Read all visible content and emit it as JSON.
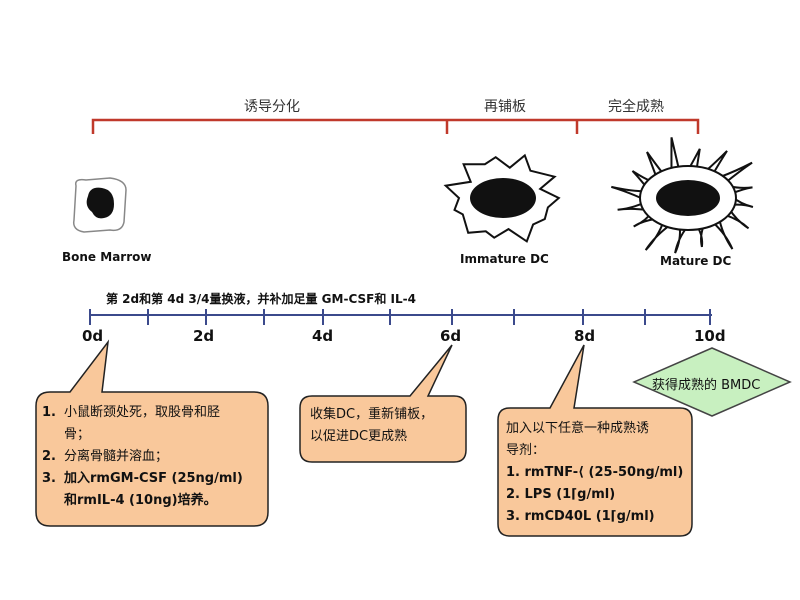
{
  "phases": [
    {
      "label": "诱导分化"
    },
    {
      "label": "再铺板"
    },
    {
      "label": "完全成熟"
    }
  ],
  "cells": [
    {
      "label": "Bone Marrow"
    },
    {
      "label": "Immature DC"
    },
    {
      "label": "Mature DC"
    }
  ],
  "timeline_note": "第 2d和第 4d 3/4量换液，并补加足量 GM-CSF和 IL-4",
  "ticks": [
    "0d",
    "2d",
    "4d",
    "6d",
    "8d",
    "10d"
  ],
  "boxes": {
    "box1": {
      "lines": [
        {
          "num": "1.",
          "text": "小鼠断颈处死，取股骨和胫"
        },
        {
          "num": "",
          "text": "骨；"
        },
        {
          "num": "2.",
          "text": "分离骨髓并溶血；"
        },
        {
          "num": "3.",
          "text": "加入rmGM-CSF (25ng/ml)"
        },
        {
          "num": "",
          "text": "和rmIL-4 (10ng)培养。"
        }
      ]
    },
    "box2": {
      "lines": [
        {
          "text": "收集DC，重新铺板，"
        },
        {
          "text": "以促进DC更成熟"
        }
      ]
    },
    "box3": {
      "lines": [
        {
          "text": "加入以下任意一种成熟诱"
        },
        {
          "text": "导剂："
        },
        {
          "text": "1. rmTNF-⟨ (25-50ng/ml)"
        },
        {
          "text": "2. LPS (1⌈g/ml)"
        },
        {
          "text": "3. rmCD40L (1⌈g/ml)"
        }
      ]
    }
  },
  "result": {
    "label": "获得成熟的 BMDC"
  },
  "colors": {
    "phase_bracket": "#c0392b",
    "timeline": "#3b4a8c",
    "box_fill": "#f9c89b",
    "box_stroke": "#222222",
    "diamond_fill": "#c8f0c0",
    "diamond_stroke": "#444444"
  }
}
